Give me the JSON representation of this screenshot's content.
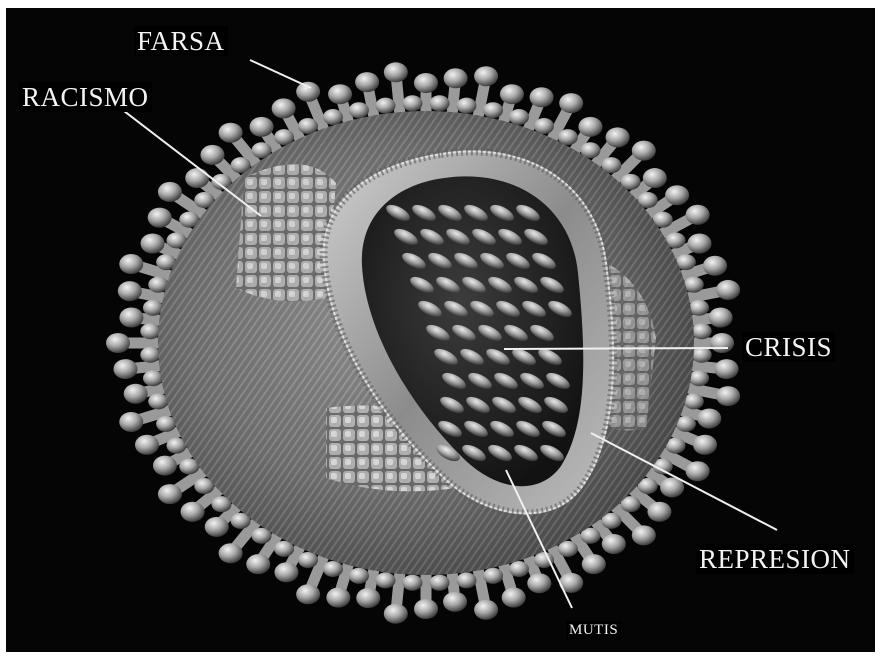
{
  "figure": {
    "subject_icon": "virus-icon",
    "colors": {
      "background": "#050505",
      "text": "#f4f4f4",
      "leader_line": "#f0f0f0"
    },
    "labels": [
      {
        "id": "farsa",
        "text": "FARSA"
      },
      {
        "id": "racismo",
        "text": "RACISMO"
      },
      {
        "id": "crisis",
        "text": "CRISIS"
      },
      {
        "id": "represion",
        "text": "REPRESION"
      },
      {
        "id": "mutis",
        "text": "MUTIS"
      }
    ]
  }
}
